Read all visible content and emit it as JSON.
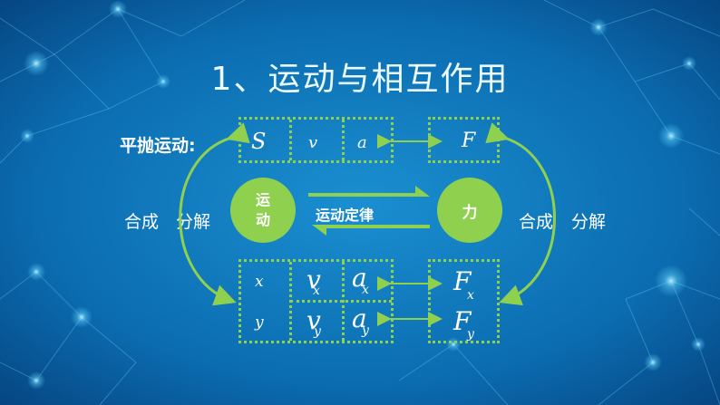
{
  "title": "1、运动与相互作用",
  "left_label": "平抛运动:",
  "compose_left": "合成",
  "decompose_left": "分解",
  "compose_right": "合成",
  "decompose_right": "分解",
  "motion_circle": "运\n动",
  "force_circle": "力",
  "law_label": "运动定律",
  "top_motion": {
    "s": "S",
    "v": "v",
    "a": "a"
  },
  "top_force": "F",
  "comp": {
    "x": "x",
    "y": "y",
    "vx_main": "v",
    "vx_sub": "x",
    "vy_main": "v",
    "vy_sub": "y",
    "ax_main": "a",
    "ax_sub": "x",
    "ay_main": "a",
    "ay_sub": "y",
    "fx_main": "F",
    "fx_sub": "x",
    "fy_main": "F",
    "fy_sub": "y"
  },
  "colors": {
    "accent": "#8fd14f",
    "background": "#0b6fb0"
  }
}
